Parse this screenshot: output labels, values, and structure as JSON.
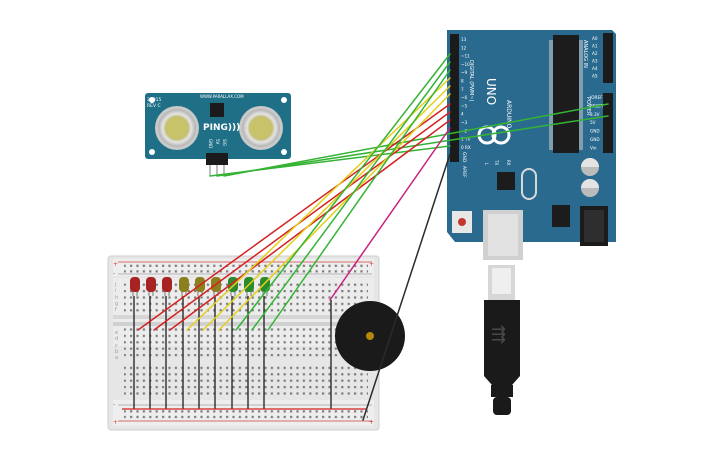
{
  "colors": {
    "arduino_board": "#2a6a8f",
    "sensor_board": "#1f6f86",
    "breadboard": "#e6e6e6",
    "wire_green": "#34b334",
    "wire_yellow": "#e2cf1d",
    "wire_red": "#d42121",
    "wire_magenta": "#c8237c",
    "wire_black": "#2b2b2b",
    "led_red": "#a82222",
    "led_yellow": "#8c7f1e",
    "led_green": "#2c8a2c"
  },
  "arduino": {
    "model": "UNO",
    "brand": "ARDUINO",
    "digital_label": "DIGITAL (PWM~)",
    "analog_label": "ANALOG IN",
    "power_label": "POWER",
    "aref_label": "AREF",
    "gnd_label": "GND",
    "digital_pins": [
      "0 RX",
      "1 TX",
      "~2",
      "~3",
      "4",
      "~5",
      "~6",
      "7",
      "8",
      "~9",
      "~10",
      "~11",
      "12",
      "13"
    ],
    "power_pins": [
      "IOREF",
      "RESET",
      "3.3V",
      "5V",
      "GND",
      "GND",
      "Vin"
    ],
    "analog_pins": [
      "A0",
      "A1",
      "A2",
      "A3",
      "A4",
      "A5"
    ],
    "tx_label": "TX",
    "rx_label": "RX",
    "l_label": "L"
  },
  "sensor": {
    "name": "PING)))",
    "brand": "WWW.PARALLAX.COM",
    "rev_line1": "28015",
    "rev_line2": "REV C",
    "pins": [
      "GND",
      "5V",
      "SIG"
    ]
  },
  "breadboard": {
    "row_letters": [
      "a",
      "b",
      "c",
      "d",
      "e",
      "f",
      "g",
      "h",
      "i",
      "j"
    ],
    "plus": "+",
    "minus": "-"
  },
  "leds": [
    "red",
    "red",
    "red",
    "yellow",
    "yellow",
    "yellow",
    "green",
    "green",
    "green"
  ]
}
